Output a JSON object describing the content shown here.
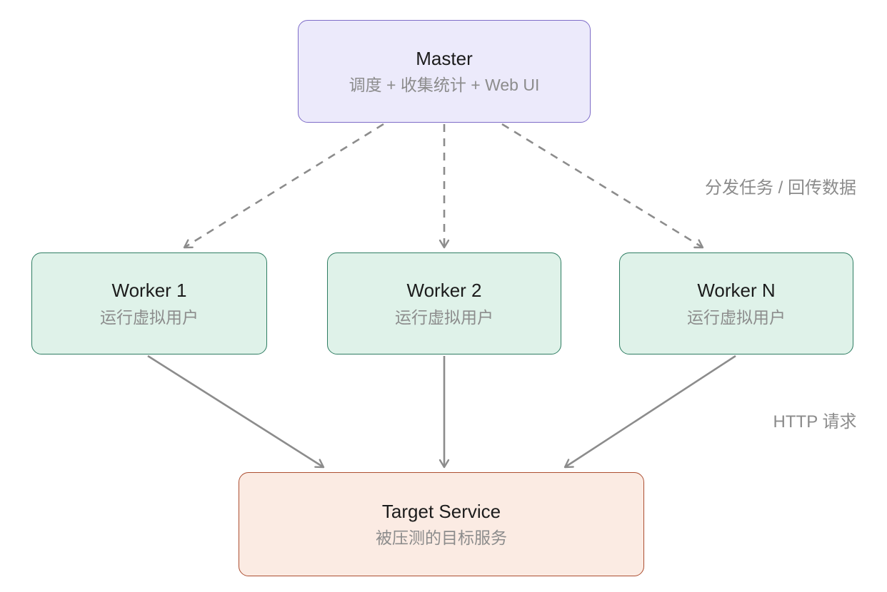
{
  "nodes": {
    "master": {
      "title": "Master",
      "subtitle": "调度 + 收集统计 + Web UI",
      "fill": "#ECEAFB",
      "border": "#7E6CC8"
    },
    "worker1": {
      "title": "Worker 1",
      "subtitle": "运行虚拟用户",
      "fill": "#DFF2E9",
      "border": "#2E7D62"
    },
    "worker2": {
      "title": "Worker 2",
      "subtitle": "运行虚拟用户",
      "fill": "#DFF2E9",
      "border": "#2E7D62"
    },
    "workerN": {
      "title": "Worker N",
      "subtitle": "运行虚拟用户",
      "fill": "#DFF2E9",
      "border": "#2E7D62"
    },
    "target": {
      "title": "Target Service",
      "subtitle": "被压测的目标服务",
      "fill": "#FBEBE3",
      "border": "#AC4E31"
    }
  },
  "edge_labels": {
    "master_to_workers": "分发任务 / 回传数据",
    "workers_to_target": "HTTP 请求"
  },
  "edges": [
    {
      "from": "master",
      "to": "worker1",
      "style": "dashed"
    },
    {
      "from": "master",
      "to": "worker2",
      "style": "dashed"
    },
    {
      "from": "master",
      "to": "workerN",
      "style": "dashed"
    },
    {
      "from": "worker1",
      "to": "target",
      "style": "solid"
    },
    {
      "from": "worker2",
      "to": "target",
      "style": "solid"
    },
    {
      "from": "workerN",
      "to": "target",
      "style": "solid"
    }
  ],
  "colors": {
    "background": "#FFFFFF",
    "arrow": "#8C8C8C",
    "label_text": "#8B8B8B",
    "title_text": "#1C1C1C",
    "subtitle_text": "#8C8C8C"
  }
}
